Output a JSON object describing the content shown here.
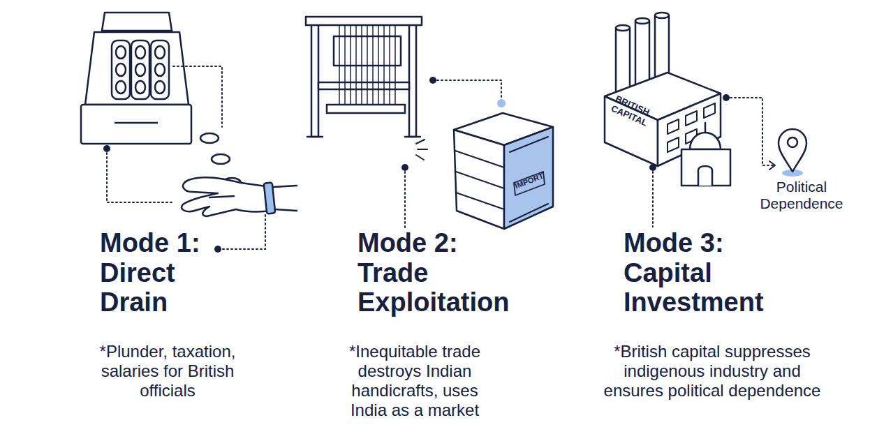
{
  "diagram": {
    "nodes": [
      {
        "text": [
          "Mode 1: Direct Drain",
          "*Plunder, taxation, salaries for British officials"
        ]
      },
      {
        "text": [
          "Mode 2: Trade Exploitation",
          "*Inequitable trade destroys Indian handicrafts, uses India as a market"
        ]
      },
      {
        "text": [
          "Mode 3: Capital Investment",
          "*British capital suppresses indigenous industry and ensures political dependence"
        ]
      }
    ],
    "labels": [
      "BRITISH CAPITAL",
      "IMPORT",
      "Political Dependence"
    ]
  }
}
